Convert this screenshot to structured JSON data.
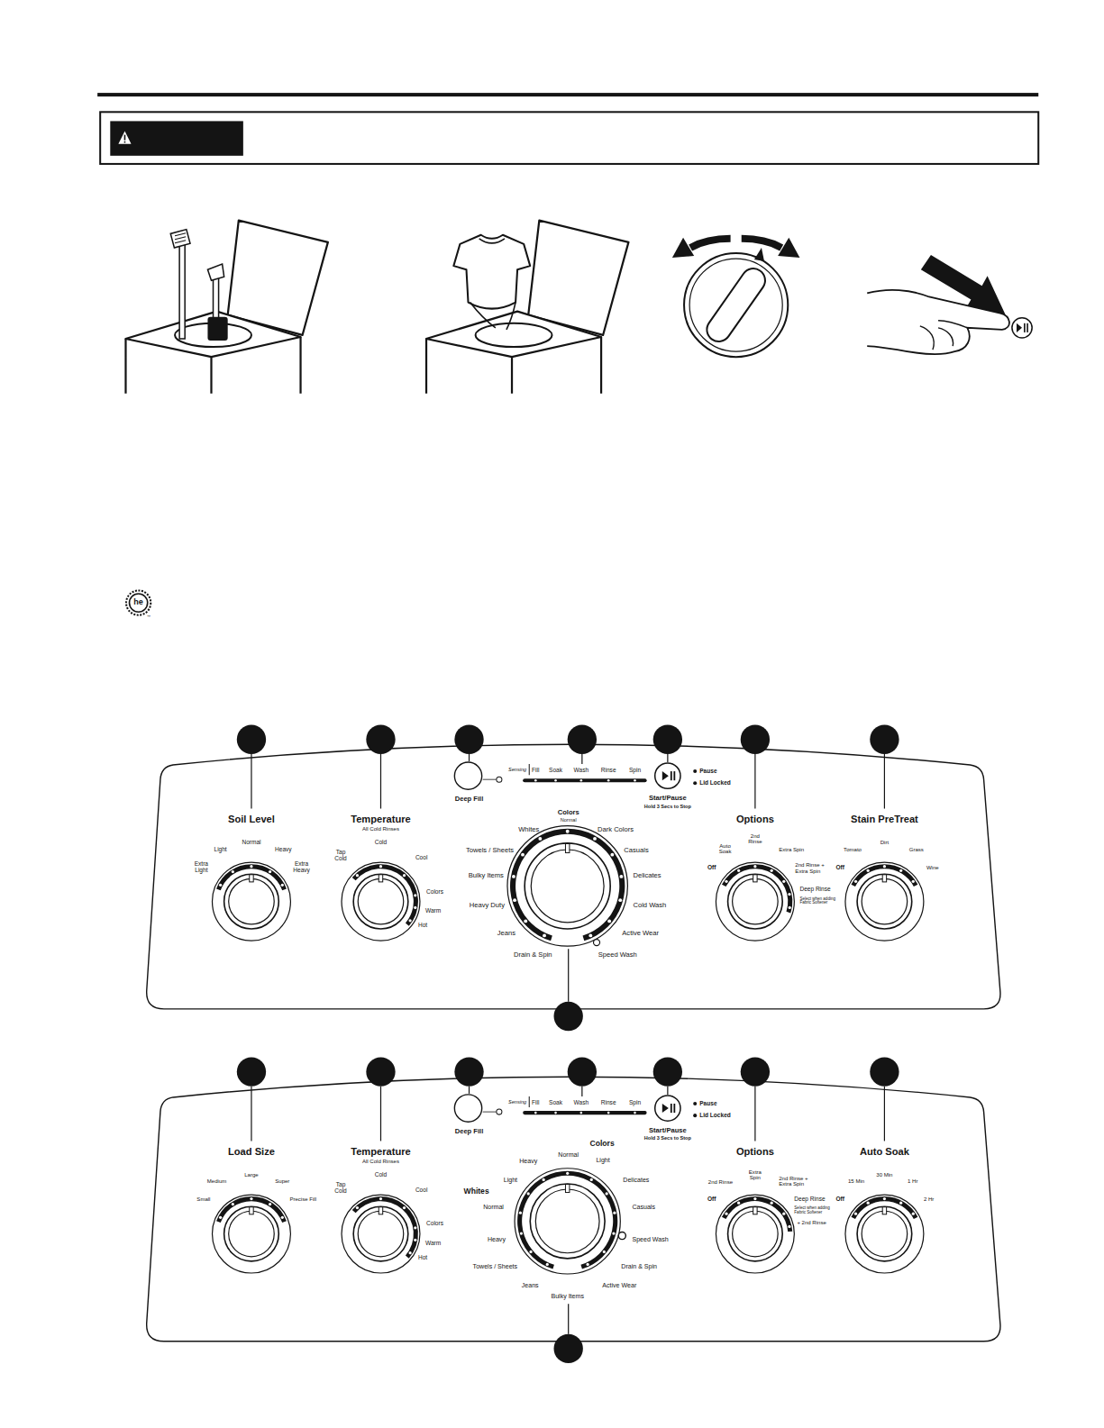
{
  "diagram": {
    "labels": [
      "he",
      "™",
      "Soil Level",
      "Extra Light",
      "Light",
      "Normal",
      "Heavy",
      "Extra Heavy",
      "Temperature",
      "All Cold Rinses",
      "Tap Cold",
      "Cold",
      "Cool",
      "Colors",
      "Warm",
      "Hot",
      "Deep Fill",
      "Sensing",
      "Fill",
      "Soak",
      "Wash",
      "Rinse",
      "Spin",
      "Start/Pause",
      "Hold 3 Secs to Stop",
      "Pause",
      "Lid Locked",
      "Colors",
      "Normal",
      "Whites",
      "Dark Colors",
      "Towels / Sheets",
      "Casuals",
      "Bulky Items",
      "Delicates",
      "Heavy Duty",
      "Cold Wash",
      "Jeans",
      "Active Wear",
      "Drain & Spin",
      "Speed Wash",
      "Options",
      "Auto Soak",
      "2nd Rinse",
      "Extra Spin",
      "Off",
      "2nd Rinse + Extra Spin",
      "Deep Rinse",
      "Select when adding Fabric Softener",
      "Stain PreTreat",
      "Off",
      "Tomato",
      "Dirt",
      "Grass",
      "Wine",
      "Load Size",
      "Small",
      "Medium",
      "Large",
      "Super",
      "Precise Fill",
      "Temperature",
      "All Cold Rinses",
      "Tap Cold",
      "Cold",
      "Cool",
      "Colors",
      "Warm",
      "Hot",
      "Deep Fill",
      "Sensing",
      "Fill",
      "Soak",
      "Wash",
      "Rinse",
      "Spin",
      "Start/Pause",
      "Hold 3 Secs to Stop",
      "Pause",
      "Lid Locked",
      "Colors",
      "Heavy",
      "Normal",
      "Light",
      "Whites",
      "Light",
      "Delicates",
      "Normal",
      "Casuals",
      "Heavy",
      "Speed Wash",
      "Towels / Sheets",
      "Drain & Spin",
      "Jeans",
      "Active Wear",
      "Bulky Items",
      "Options",
      "2nd Rinse",
      "Extra Spin",
      "2nd Rinse + Extra Spin",
      "Off",
      "Deep Rinse",
      "Select when adding Fabric Softener",
      "+ 2nd Rinse",
      "Auto Soak",
      "Off",
      "15 Min",
      "30 Min",
      "1 Hr",
      "2 Hr"
    ]
  }
}
